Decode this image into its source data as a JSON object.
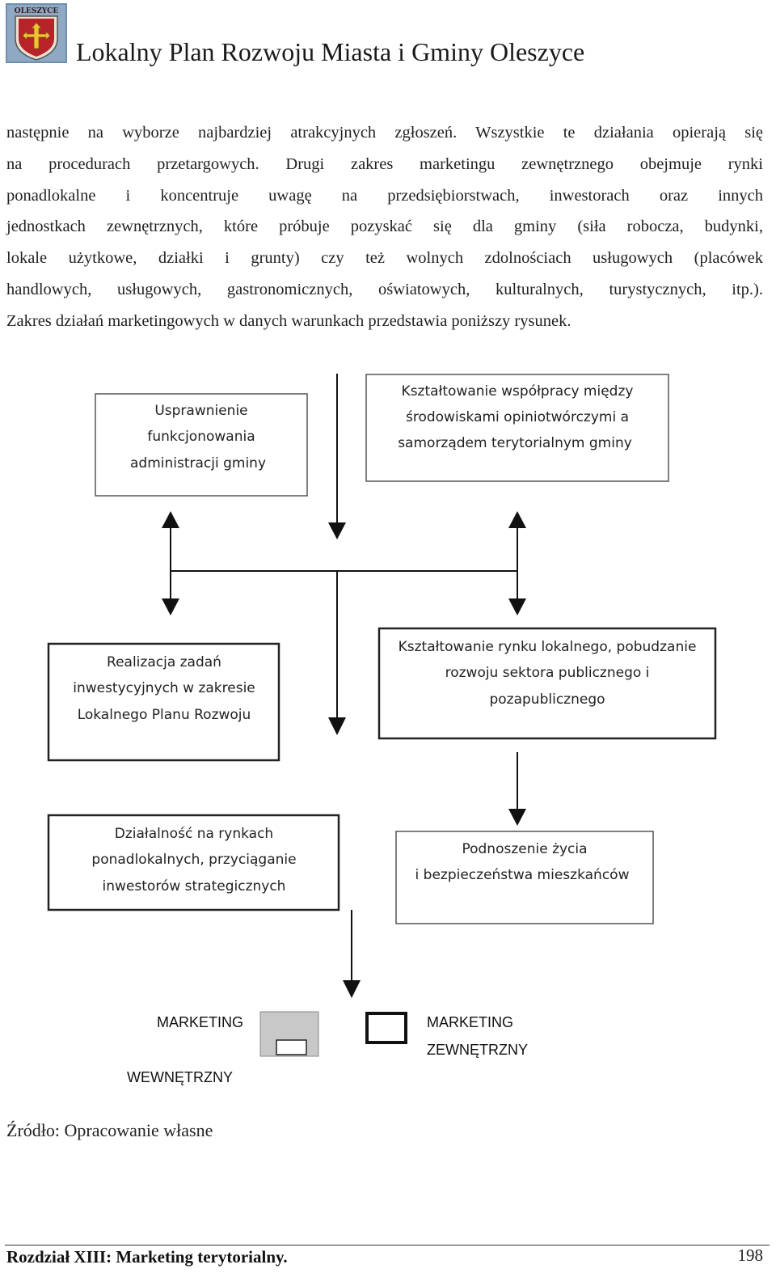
{
  "header": {
    "logo_text": "OLESZYCE",
    "title": "Lokalny Plan Rozwoju Miasta i Gminy  Oleszyce"
  },
  "body_lines": [
    "następnie na wyborze najbardziej atrakcyjnych zgłoszeń. Wszystkie te działania opierają się",
    "na procedurach przetargowych. Drugi zakres marketingu zewnętrznego obejmuje rynki",
    "ponadlokalne i koncentruje uwagę na przedsiębiorstwach, inwestorach oraz innych",
    "jednostkach zewnętrznych, które próbuje pozyskać się dla gminy (siła robocza, budynki,",
    "lokale użytkowe, działki i grunty) czy też wolnych zdolnościach usługowych (placówek",
    "handlowych, usługowych, gastronomicznych, oświatowych, kulturalnych, turystycznych, itp.).",
    "Zakres działań marketingowych w danych warunkach przedstawia poniższy rysunek."
  ],
  "diagram": {
    "box1": [
      "Usprawnienie",
      "funkcjonowania",
      "administracji gminy"
    ],
    "box2": [
      "Kształtowanie współpracy między",
      "środowiskami opiniotwórczymi a",
      "samorządem terytorialnym gminy"
    ],
    "box3": [
      "Realizacja zadań",
      "inwestycyjnych w zakresie",
      "Lokalnego Planu Rozwoju"
    ],
    "box4": [
      "Kształtowanie rynku lokalnego, pobudzanie",
      "rozwoju sektora publicznego i",
      "pozapublicznego"
    ],
    "box5": [
      "Działalność na rynkach",
      "ponadlokalnych, przyciąganie",
      "inwestorów strategicznych"
    ],
    "box6": [
      "Podnoszenie życia",
      "i bezpieczeństwa mieszkańców"
    ],
    "legend": {
      "internal_line1": "MARKETING",
      "internal_line2": "WEWNĘTRZNY",
      "external_line1": "MARKETING",
      "external_line2": "ZEWNĘTRZNY",
      "internal_fill": "#c8c8c8"
    }
  },
  "source": "Źródło: Opracowanie własne",
  "footer": {
    "chapter": "Rozdział XIII: Marketing terytorialny.",
    "page": "198"
  }
}
